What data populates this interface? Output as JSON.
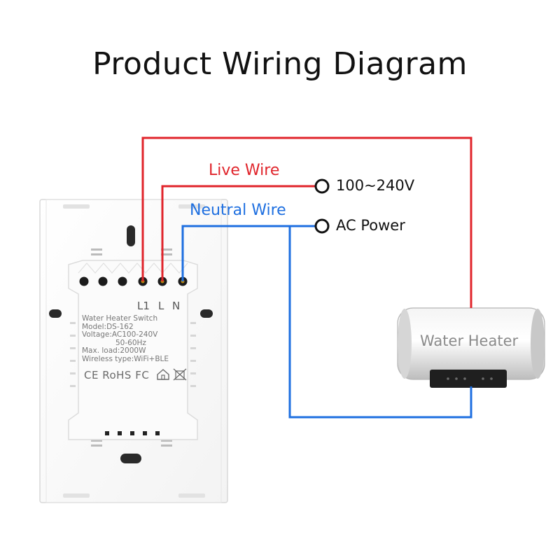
{
  "title": "Product Wiring Diagram",
  "labels": {
    "live_wire": "Live Wire",
    "neutral_wire": "Neutral Wire",
    "voltage": "100~240V",
    "ac_power": "AC Power"
  },
  "switch": {
    "terminals": [
      "L1",
      "L",
      "N"
    ],
    "spec_lines": [
      "Water Heater Switch",
      "Model:DS-162",
      "Voltage:AC100-240V",
      "50-60Hz",
      "Max. load:2000W",
      "Wireless type:WiFi+BLE"
    ],
    "certifications": "CE RoHS FC"
  },
  "appliance": {
    "label": "Water Heater"
  },
  "colors": {
    "live": "#e0242b",
    "neutral": "#1e6fe0"
  }
}
